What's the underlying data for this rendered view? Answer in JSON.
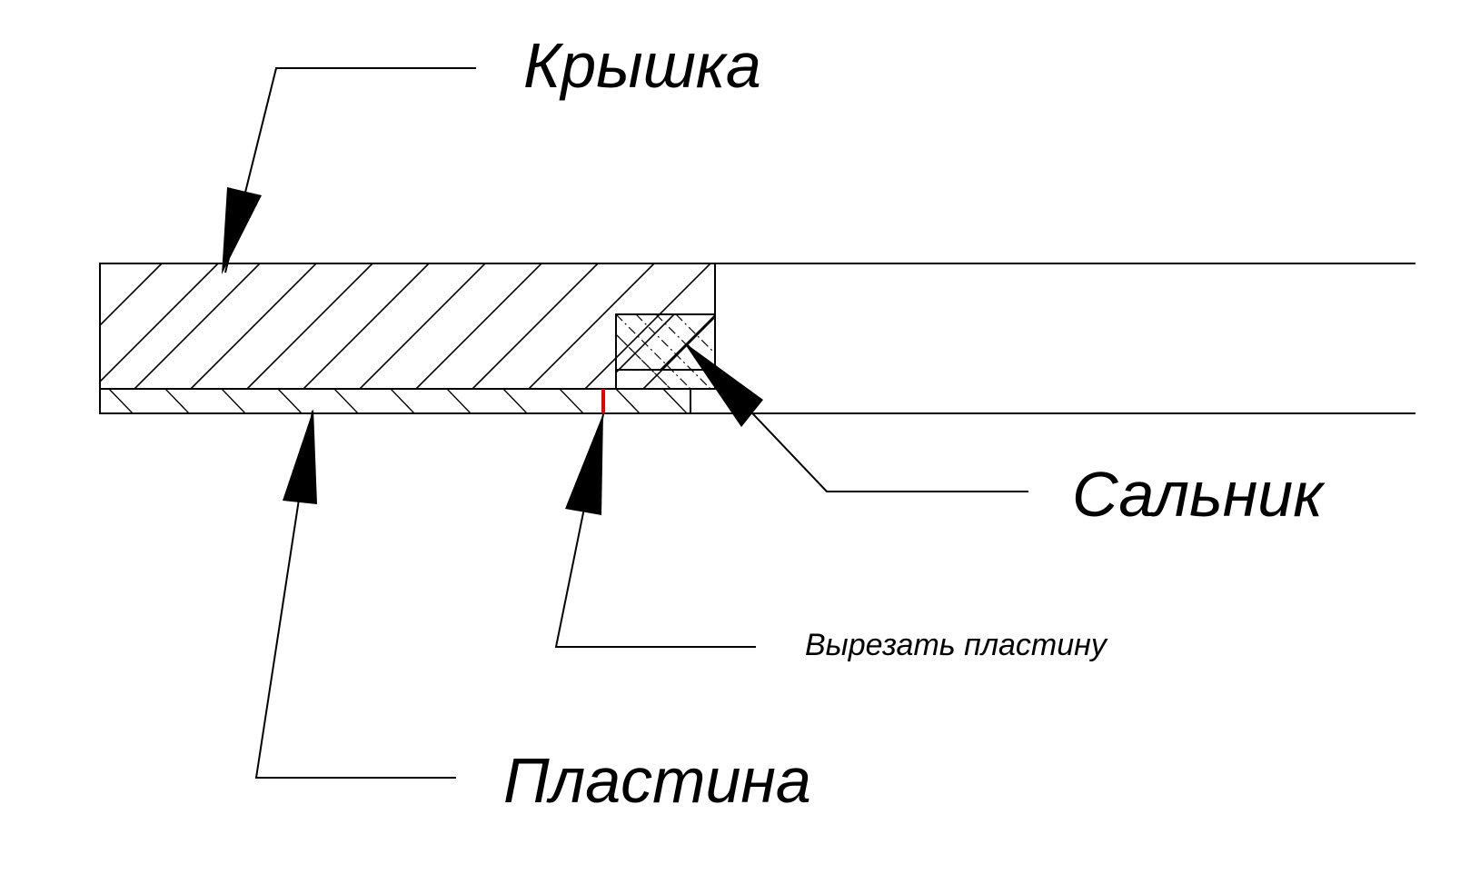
{
  "labels": {
    "lid": "Крышка",
    "gland": "Сальник",
    "cut_note": "Вырезать пластину",
    "plate": "Пластина"
  },
  "colors": {
    "ink": "#000000",
    "cut_mark": "#e00000",
    "background": "#ffffff"
  }
}
